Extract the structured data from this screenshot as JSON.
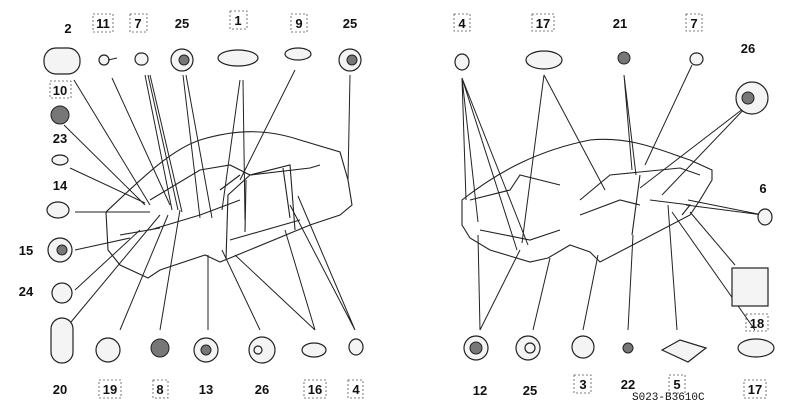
{
  "title": "Grommets / Plugs body parts diagram",
  "left_view": {
    "callouts": [
      {
        "label": "2",
        "boxed": false
      },
      {
        "label": "11",
        "boxed": true
      },
      {
        "label": "7",
        "boxed": true
      },
      {
        "label": "25",
        "boxed": false
      },
      {
        "label": "1",
        "boxed": true
      },
      {
        "label": "9",
        "boxed": true
      },
      {
        "label": "25",
        "boxed": false
      },
      {
        "label": "10",
        "boxed": true
      },
      {
        "label": "23",
        "boxed": false
      },
      {
        "label": "14",
        "boxed": false
      },
      {
        "label": "15",
        "boxed": false
      },
      {
        "label": "24",
        "boxed": false
      },
      {
        "label": "20",
        "boxed": false
      },
      {
        "label": "19",
        "boxed": true
      },
      {
        "label": "8",
        "boxed": true
      },
      {
        "label": "13",
        "boxed": false
      },
      {
        "label": "26",
        "boxed": false
      },
      {
        "label": "16",
        "boxed": true
      },
      {
        "label": "4",
        "boxed": true
      }
    ]
  },
  "right_view": {
    "callouts": [
      {
        "label": "4",
        "boxed": true
      },
      {
        "label": "17",
        "boxed": true
      },
      {
        "label": "21",
        "boxed": false
      },
      {
        "label": "7",
        "boxed": true
      },
      {
        "label": "26",
        "boxed": false
      },
      {
        "label": "6",
        "boxed": false
      },
      {
        "label": "18",
        "boxed": true
      },
      {
        "label": "12",
        "boxed": false
      },
      {
        "label": "25",
        "boxed": false
      },
      {
        "label": "3",
        "boxed": true
      },
      {
        "label": "22",
        "boxed": false
      },
      {
        "label": "5",
        "boxed": true
      },
      {
        "label": "17",
        "boxed": true
      }
    ]
  },
  "diagram_code": "S023-B3610C"
}
